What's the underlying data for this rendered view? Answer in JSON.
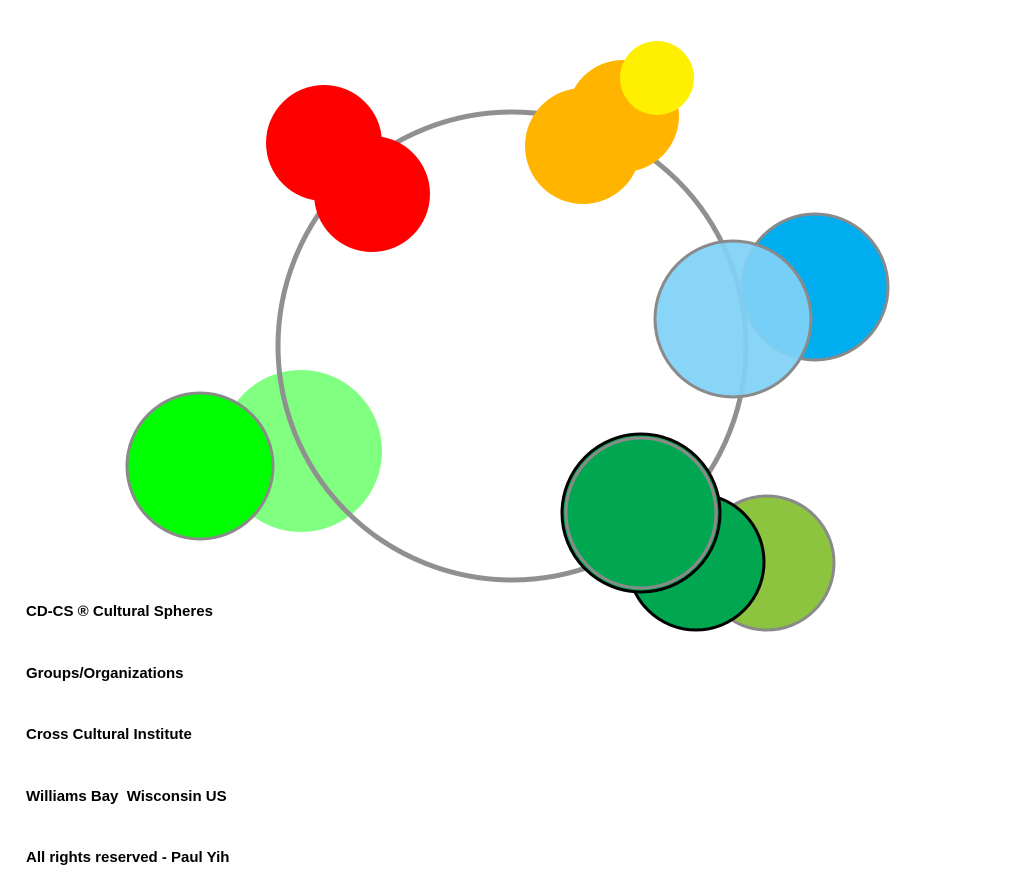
{
  "caption": {
    "lines": [
      "CD-CS ® Cultural Spheres",
      "Groups/Organizations",
      "Cross Cultural Institute",
      "Williams Bay  Wisconsin US",
      "All rights reserved - Paul Yih"
    ]
  },
  "colors": {
    "ring": "#909090",
    "red": "#ff0000",
    "orange": "#ffb400",
    "yellow": "#ffef00",
    "light_blue": "#7fd2f6",
    "blue": "#00adee",
    "bright_green": "#00ff00",
    "light_green": "#7dff7d",
    "dark_green": "#00a650",
    "olive_green": "#8cc43f",
    "circle_outline": "#8a8a8a",
    "black_outline": "#000000"
  }
}
